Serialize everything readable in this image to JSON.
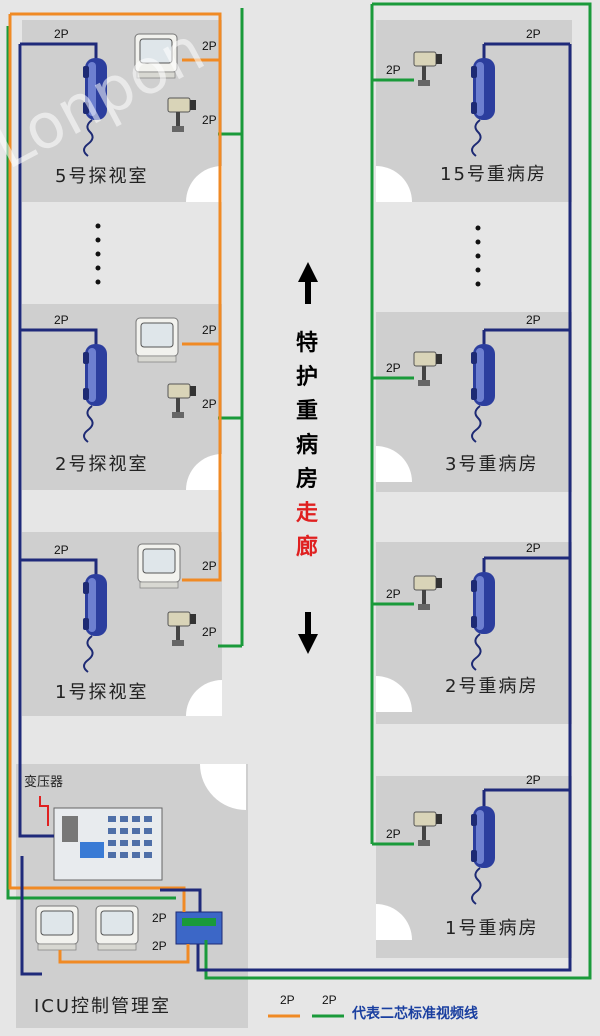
{
  "left_rooms": [
    {
      "label": "5号探视室"
    },
    {
      "label": "2号探视室"
    },
    {
      "label": "1号探视室"
    }
  ],
  "right_rooms": [
    {
      "label": "15号重病房"
    },
    {
      "label": "3号重病房"
    },
    {
      "label": "2号重病房"
    },
    {
      "label": "1号重病房"
    }
  ],
  "corridor": {
    "chars": [
      "特",
      "护",
      "重",
      "病",
      "房"
    ],
    "chars_red": [
      "走",
      "廊"
    ]
  },
  "control_room": {
    "label": "ICU控制管理室",
    "transformer_label": "变压器"
  },
  "wire_label": "2P",
  "legend": {
    "text": "代表二芯标准视频线",
    "orange_label": "2P",
    "green_label": "2P"
  },
  "watermark": "Lonpon",
  "colors": {
    "room_bg": "#cfcfcf",
    "corridor_bg": "#e6e6e6",
    "wire_navy": "#1f2a7a",
    "wire_orange": "#f08a24",
    "wire_green": "#1a9a3a",
    "accent_red": "#e02020"
  }
}
